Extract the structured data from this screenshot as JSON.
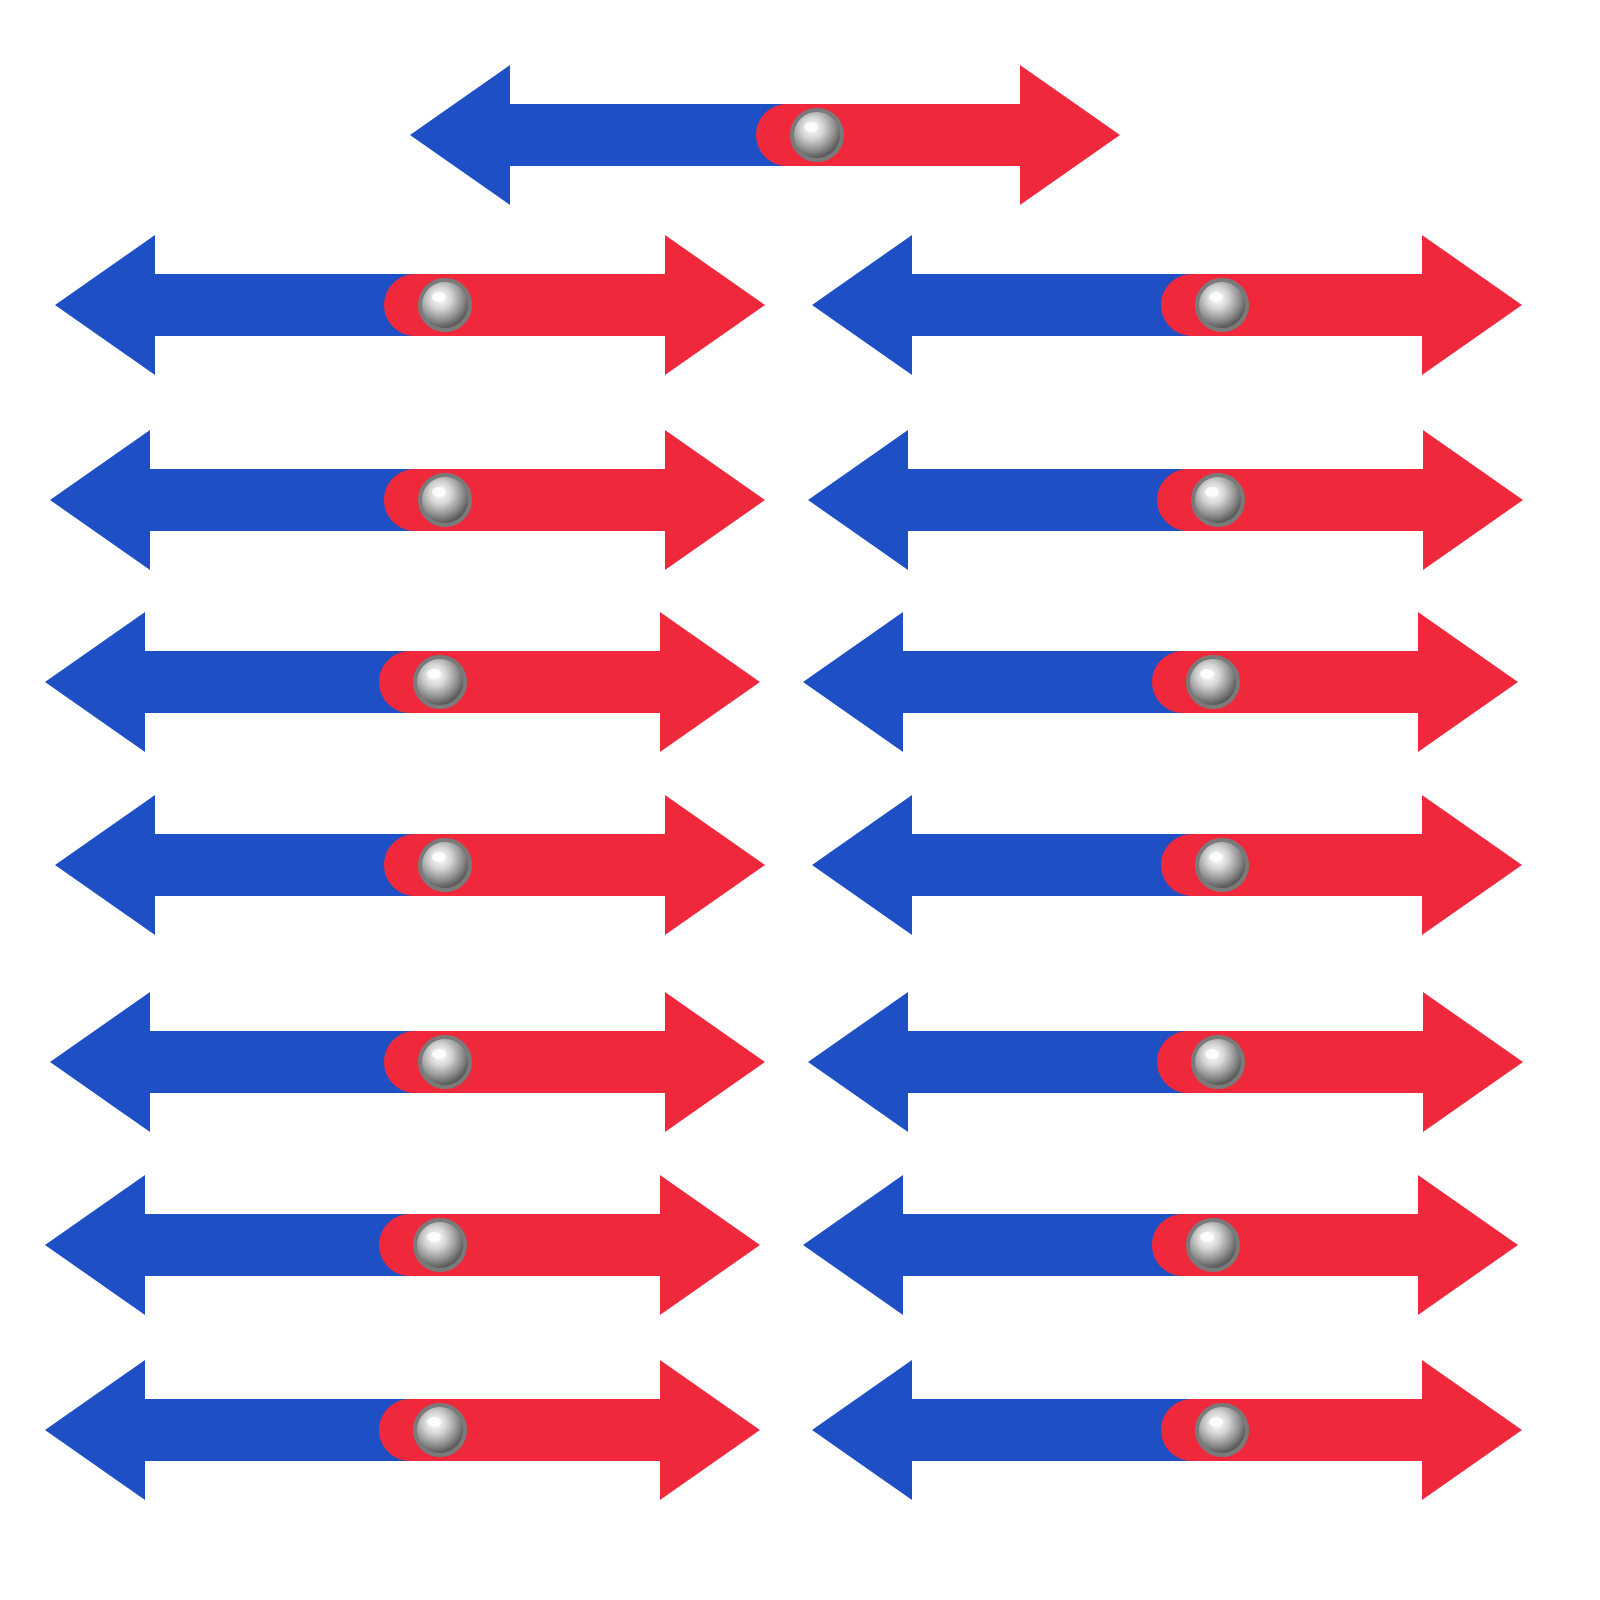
{
  "scene": {
    "background": "#ffffff",
    "left_head_color": "#1f4fc4",
    "right_head_color": "#f0283c",
    "rivet_color": "#c9c9c9",
    "rivet_highlight": "#ffffff",
    "rivet_shadow": "#7a7a7a",
    "spinner_count": 15,
    "spinners": [
      {
        "name": "spinner-top-center"
      },
      {
        "name": "spinner-row1-left"
      },
      {
        "name": "spinner-row1-right"
      },
      {
        "name": "spinner-row2-left"
      },
      {
        "name": "spinner-row2-right"
      },
      {
        "name": "spinner-row3-left"
      },
      {
        "name": "spinner-row3-right"
      },
      {
        "name": "spinner-row4-left"
      },
      {
        "name": "spinner-row4-right"
      },
      {
        "name": "spinner-row5-left"
      },
      {
        "name": "spinner-row5-right"
      },
      {
        "name": "spinner-row6-left"
      },
      {
        "name": "spinner-row6-right"
      },
      {
        "name": "spinner-row7-left"
      },
      {
        "name": "spinner-row7-right"
      }
    ]
  }
}
